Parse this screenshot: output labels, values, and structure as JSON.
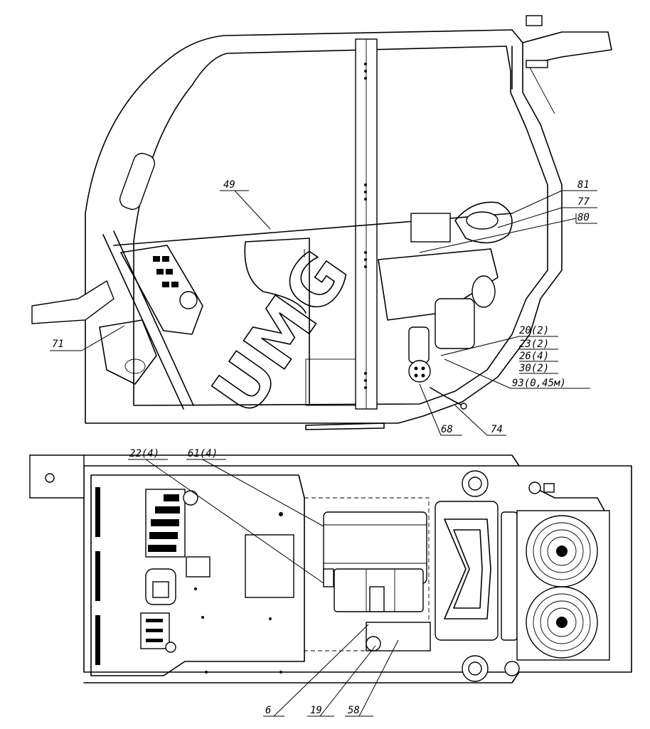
{
  "watermark": "UMG",
  "side_view": {
    "callouts": [
      {
        "id": "c49",
        "text": "49"
      },
      {
        "id": "c81",
        "text": "81"
      },
      {
        "id": "c77",
        "text": "77"
      },
      {
        "id": "c80",
        "text": "80"
      },
      {
        "id": "c71",
        "text": "71"
      },
      {
        "id": "c20",
        "text": "20(2)"
      },
      {
        "id": "c23",
        "text": "23(2)"
      },
      {
        "id": "c26",
        "text": "26(4)"
      },
      {
        "id": "c30",
        "text": "30(2)"
      },
      {
        "id": "c93",
        "text": "93(0,45м)"
      },
      {
        "id": "c68",
        "text": "68"
      },
      {
        "id": "c74",
        "text": "74"
      }
    ]
  },
  "top_view": {
    "callouts": [
      {
        "id": "c22",
        "text": "22(4)"
      },
      {
        "id": "c61",
        "text": "61(4)"
      },
      {
        "id": "c6",
        "text": "6"
      },
      {
        "id": "c19",
        "text": "19"
      },
      {
        "id": "c58",
        "text": "58"
      }
    ]
  }
}
